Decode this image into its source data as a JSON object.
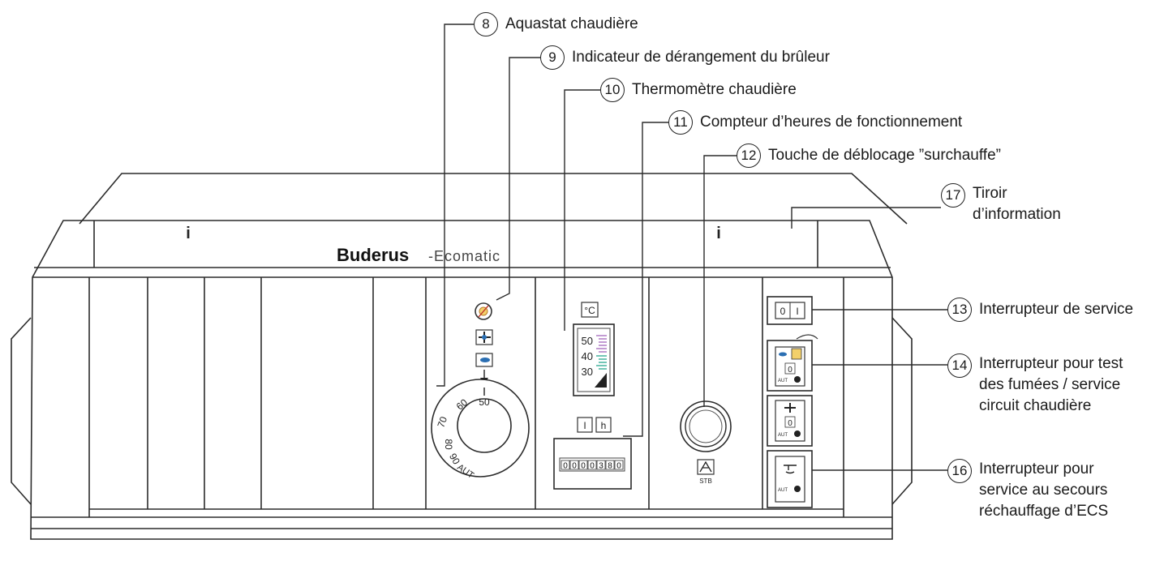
{
  "brand": {
    "name": "Buderus",
    "suffix": "-Ecomatic"
  },
  "callouts": {
    "c8": {
      "num": "8",
      "text": "Aquastat chaudière"
    },
    "c9": {
      "num": "9",
      "text": "Indicateur de dérangement du brûleur"
    },
    "c10": {
      "num": "10",
      "text": "Thermomètre chaudière"
    },
    "c11": {
      "num": "11",
      "text": "Compteur d’heures de fonctionnement"
    },
    "c12": {
      "num": "12",
      "text": "Touche de déblocage ”surchauffe”"
    },
    "c13": {
      "num": "13",
      "text": "Interrupteur de service"
    },
    "c14": {
      "num": "14",
      "lines": [
        "Interrupteur pour test",
        "des fumées / service",
        "circuit chaudière"
      ]
    },
    "c16": {
      "num": "16",
      "lines": [
        "Interrupteur pour",
        "service au secours",
        "réchauffage d’ECS"
      ]
    },
    "c17": {
      "num": "17",
      "lines": [
        "Tiroir",
        "d’information"
      ]
    }
  },
  "thermometer": {
    "unit": "°C",
    "ticks": [
      "50",
      "40",
      "30"
    ]
  },
  "counter": {
    "label_i": "I",
    "label_h": "h",
    "digits": [
      "0",
      "0",
      "0",
      "0",
      "3",
      "8",
      "0"
    ]
  },
  "dial": {
    "labels": [
      "50",
      "60",
      "70",
      "80",
      "90",
      "AUT"
    ]
  },
  "service_switch": {
    "off": "0",
    "on": "I"
  },
  "switch14": {
    "center": "0",
    "auto": "AUT"
  },
  "switch15": {
    "center": "0",
    "auto": "AUT"
  },
  "switch16": {
    "auto": "AUT"
  },
  "stb": {
    "label": "STB"
  },
  "info_icon": "i"
}
